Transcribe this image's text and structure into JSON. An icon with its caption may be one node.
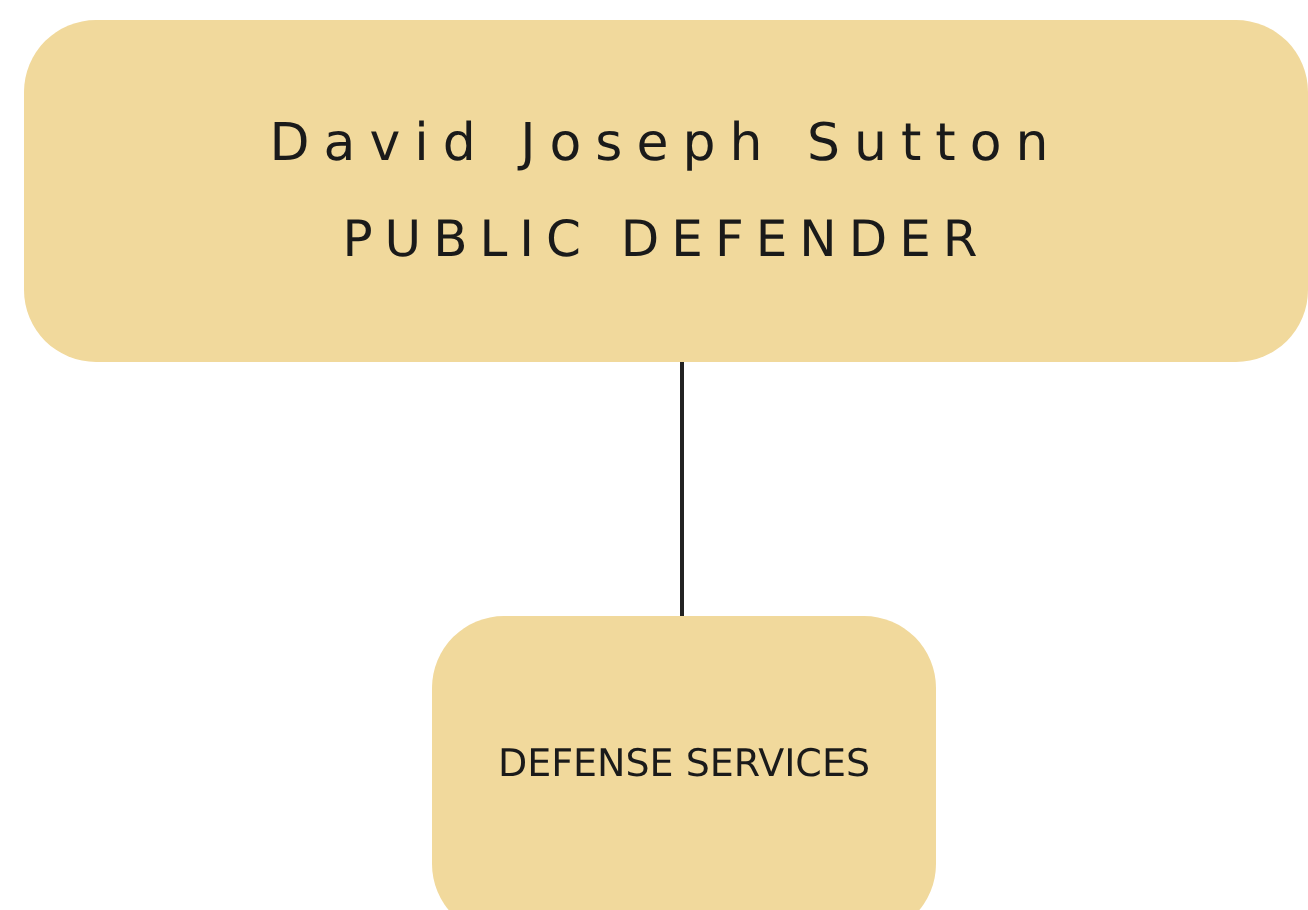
{
  "diagram": {
    "nodes": [
      {
        "text": [
          "David Joseph Sutton",
          "PUBLIC DEFENDER"
        ]
      },
      {
        "text": [
          "DEFENSE SERVICES"
        ]
      }
    ],
    "edges": [
      {
        "from": 0,
        "to": 1,
        "arrow": "none"
      }
    ]
  }
}
